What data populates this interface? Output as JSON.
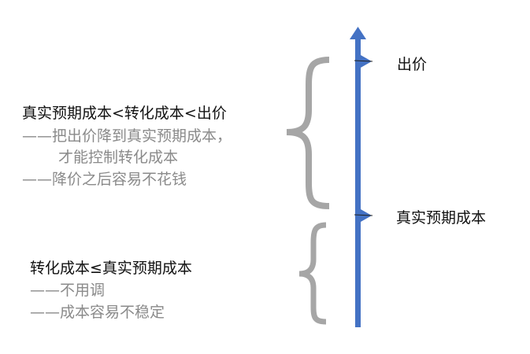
{
  "colors": {
    "axis": "#4472c4",
    "brace": "#a6a6a6",
    "primary_text": "#111111",
    "secondary_text": "#8a8a8a"
  },
  "axis_labels": {
    "top": "出价",
    "middle": "真实预期成本"
  },
  "upper_block": {
    "title": "真实预期成本<转化成本<出价",
    "lines": [
      "——把出价降到真实预期成本，",
      "才能控制转化成本",
      "——降价之后容易不花钱"
    ]
  },
  "lower_block": {
    "title": "转化成本≤真实预期成本",
    "lines": [
      "——不用调",
      "——成本容易不稳定"
    ]
  }
}
